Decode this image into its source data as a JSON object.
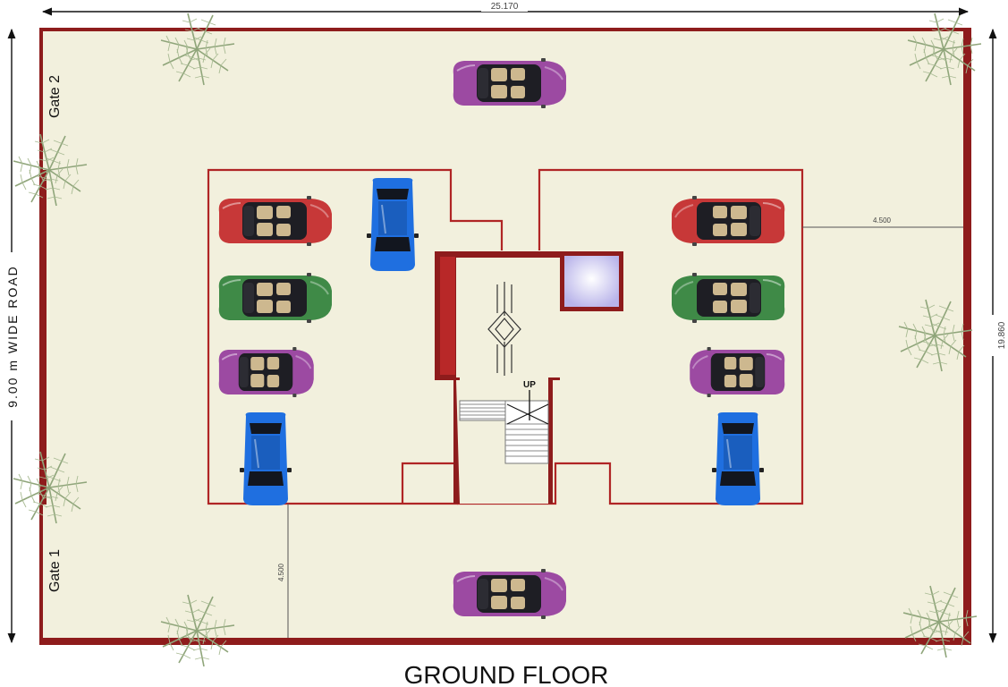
{
  "title": "GROUND FLOOR",
  "dimensions": {
    "width": "25.170",
    "depth": "19.860",
    "setback_right": "4.500",
    "setback_front": "4.500"
  },
  "road_label": "9.00 m WIDE ROAD",
  "gates": {
    "gate1": "Gate 1",
    "gate2": "Gate 2"
  },
  "stair_label": "UP",
  "colors": {
    "site_fill": "#f2f0dd",
    "wall": "#8e1c1c",
    "plot_outline": "#b02525",
    "lift_glass": "#c9c6ee",
    "car_purple": "#9c4aa2",
    "car_red": "#c73838",
    "car_green": "#3f8a47",
    "car_blue": "#1f6fe0",
    "palm": "#8fa57a"
  },
  "icons": [
    "palm-tree-icon",
    "car-icon",
    "lift-icon",
    "stair-icon"
  ]
}
